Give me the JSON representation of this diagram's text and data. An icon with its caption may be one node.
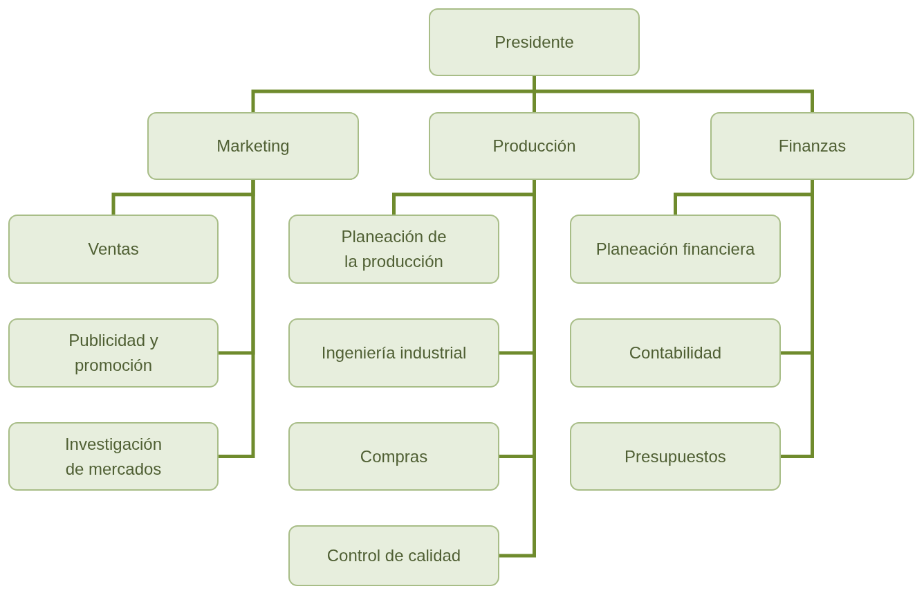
{
  "diagram": {
    "nodes": [
      {
        "text": [
          "Presidente"
        ]
      },
      {
        "text": [
          "Marketing"
        ]
      },
      {
        "text": [
          "Producción"
        ]
      },
      {
        "text": [
          "Finanzas"
        ]
      },
      {
        "text": [
          "Ventas"
        ]
      },
      {
        "text": [
          "Publicidad y promoción"
        ]
      },
      {
        "text": [
          "Investigación de mercados"
        ]
      },
      {
        "text": [
          "Planeación de la producción"
        ]
      },
      {
        "text": [
          "Ingeniería industrial"
        ]
      },
      {
        "text": [
          "Compras"
        ]
      },
      {
        "text": [
          "Control de calidad"
        ]
      },
      {
        "text": [
          "Planeación financiera"
        ]
      },
      {
        "text": [
          "Contabilidad"
        ]
      },
      {
        "text": [
          "Presupuestos"
        ]
      }
    ],
    "edges": [
      {
        "from": 0,
        "to": 1,
        "arrow": "none"
      },
      {
        "from": 0,
        "to": 2,
        "arrow": "none"
      },
      {
        "from": 0,
        "to": 3,
        "arrow": "none"
      },
      {
        "from": 1,
        "to": 4,
        "arrow": "none"
      },
      {
        "from": 1,
        "to": 5,
        "arrow": "none"
      },
      {
        "from": 1,
        "to": 6,
        "arrow": "none"
      },
      {
        "from": 2,
        "to": 7,
        "arrow": "none"
      },
      {
        "from": 2,
        "to": 8,
        "arrow": "none"
      },
      {
        "from": 2,
        "to": 9,
        "arrow": "none"
      },
      {
        "from": 2,
        "to": 10,
        "arrow": "none"
      },
      {
        "from": 3,
        "to": 11,
        "arrow": "none"
      },
      {
        "from": 3,
        "to": 12,
        "arrow": "none"
      },
      {
        "from": 3,
        "to": 13,
        "arrow": "none"
      }
    ]
  }
}
